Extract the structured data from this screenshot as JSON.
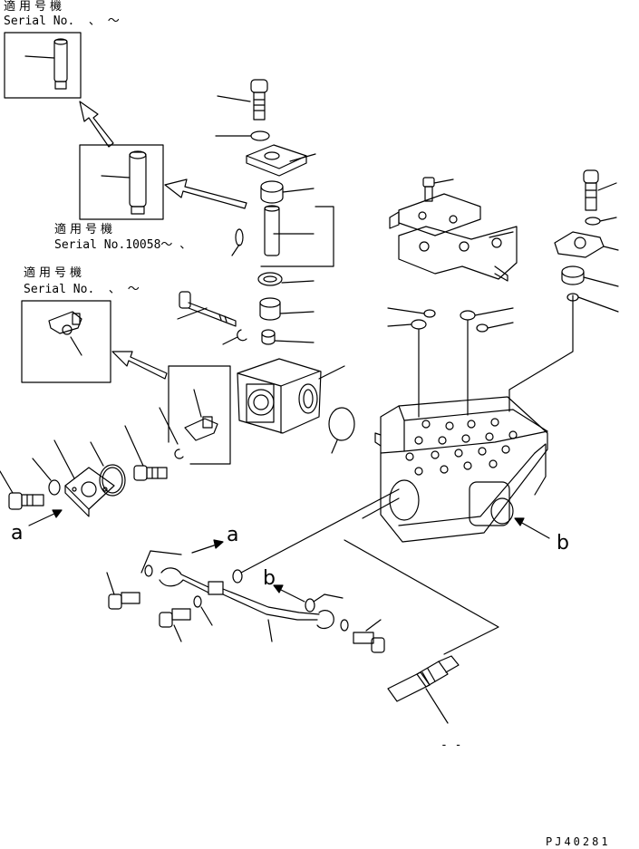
{
  "applicability_blocks": [
    {
      "title": "適用号機",
      "serial": "Serial No.  、 ～"
    },
    {
      "title": "適用号機",
      "serial": "Serial No.10058～ 、"
    },
    {
      "title": "適用号機",
      "serial": "Serial No.  、 ～"
    }
  ],
  "callouts": {
    "a_left": "a",
    "a_right": "a",
    "b_left": "b",
    "b_right": "b"
  },
  "bottom_dashes": "- -",
  "drawing_code": "PJ40281"
}
